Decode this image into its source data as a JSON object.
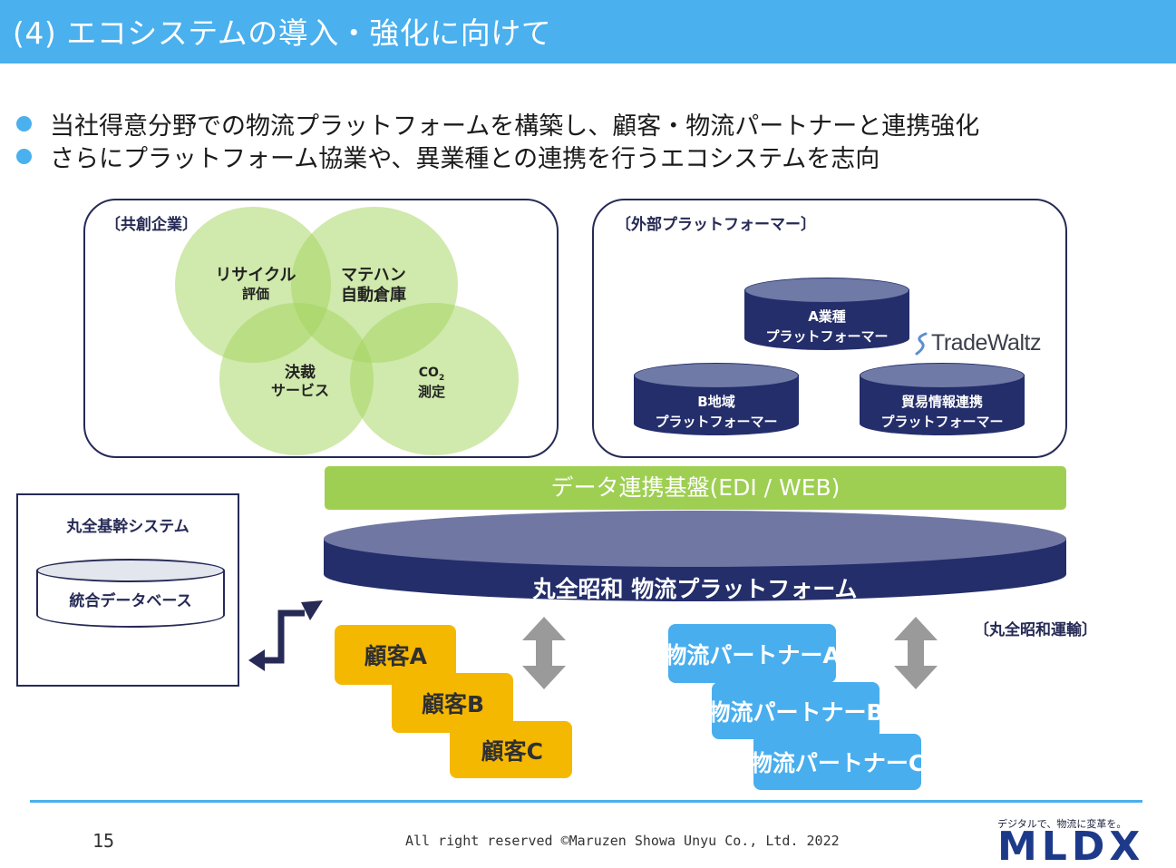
{
  "header": {
    "title": "(4) エコシステムの導入・強化に向けて"
  },
  "bullets": [
    "当社得意分野での物流プラットフォームを構築し、顧客・物流パートナーと連携強化",
    "さらにプラットフォーム協業や、異業種との連携を行うエコシステムを志向"
  ],
  "co_creation": {
    "label": "〔共創企業〕",
    "circles": [
      {
        "title": "リサイクル",
        "sub": "評価"
      },
      {
        "title": "マテハン",
        "sub": "自動倉庫"
      },
      {
        "title": "決裁",
        "sub": "サービス"
      },
      {
        "title": "CO2",
        "title_main": "CO",
        "title_subscript": "2",
        "sub": "測定"
      }
    ]
  },
  "external": {
    "label": "〔外部プラットフォーマー〕",
    "platforms": [
      {
        "line1": "A業種",
        "line2": "プラットフォーマー"
      },
      {
        "line1": "B地域",
        "line2": "プラットフォーマー"
      },
      {
        "line1": "貿易情報連携",
        "line2": "プラットフォーマー"
      }
    ],
    "partner_logo": "TradeWaltz"
  },
  "edi": {
    "label": "データ連携基盤(EDI / WEB)"
  },
  "core_system": {
    "title": "丸全基幹システム",
    "database": "統合データベース"
  },
  "platform": {
    "label": "丸全昭和 物流プラットフォーム",
    "operator": "〔丸全昭和運輸〕"
  },
  "customers": [
    "顧客A",
    "顧客B",
    "顧客C"
  ],
  "partners": [
    "物流パートナーA",
    "物流パートナーB",
    "物流パートナーC"
  ],
  "footer": {
    "page": "15",
    "copyright": "All right reserved ©Maruzen Showa Unyu Co., Ltd. 2022",
    "tagline": "デジタルで、物流に変革を。",
    "logo": "MLDX"
  },
  "colors": {
    "header": "#4ab0ee",
    "navy": "#242e6b",
    "cylinder_top": "#707aa6",
    "venn_green": "#a5d45f",
    "edi_green": "#9ecf52",
    "customer_yellow": "#f5b800",
    "partner_blue": "#49aeee"
  }
}
